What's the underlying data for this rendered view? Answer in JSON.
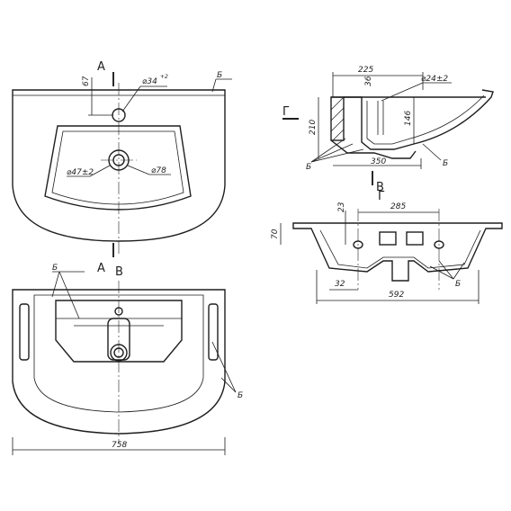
{
  "colors": {
    "ink": "#1e1e1e",
    "paper": "#ffffff"
  },
  "section_labels": {
    "a_top": "А",
    "a_bottom": "А",
    "b_bottom": "В",
    "v_mark": "В",
    "g_top": "Г",
    "g_side": "Г"
  },
  "top_view": {
    "dim_67": "67",
    "dim_d34": "⌀34",
    "dim_d34_tol": "+2",
    "dim_d47": "⌀47±2",
    "dim_d78": "⌀78",
    "label_b": "Б"
  },
  "side_view": {
    "dim_225": "225",
    "dim_36": "36",
    "dim_d24": "⌀24±2",
    "dim_210": "210",
    "dim_146": "146",
    "dim_350": "350",
    "label_b_left": "Б",
    "label_b_right": "Б"
  },
  "front_section": {
    "dim_285": "285",
    "dim_23": "23",
    "dim_70": "70",
    "dim_32": "32",
    "dim_592": "592",
    "label_b": "Б"
  },
  "bottom_view": {
    "dim_758": "758",
    "label_b_top": "Б",
    "label_b_right": "Б"
  }
}
